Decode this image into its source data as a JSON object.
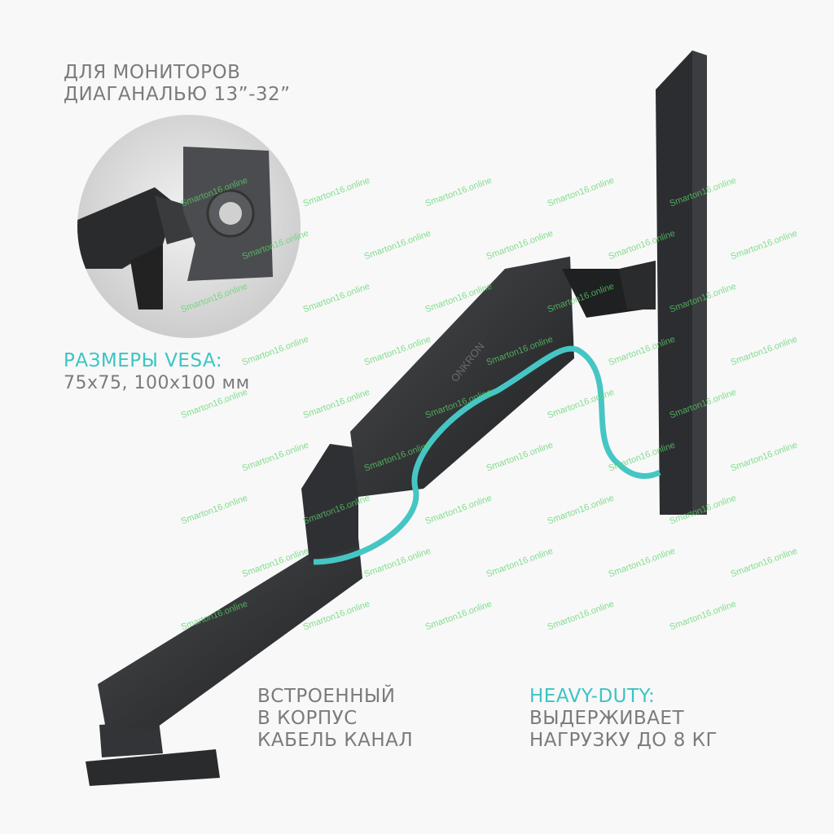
{
  "headline": {
    "line1": "ДЛЯ МОНИТОРОВ",
    "line2": "ДИАГАНАЛЬЮ 13”-32”"
  },
  "vesa": {
    "title": "РАЗМЕРЫ VESA:",
    "value": "75x75, 100x100 мм"
  },
  "cable": {
    "line1": "ВСТРОЕННЫЙ",
    "line2": "В КОРПУС",
    "line3": "КАБЕЛЬ КАНАЛ"
  },
  "heavy_duty": {
    "title": "HEAVY-DUTY:",
    "line1": "ВЫДЕРЖИВАЕТ",
    "line2": "НАГРУЗКУ ДО 8 КГ"
  },
  "brand_logo": "ONKRON",
  "watermark": "Smarton16.online",
  "colors": {
    "accent": "#3dc4c3",
    "text": "#7b7b7c",
    "arm": "#2b2c2e",
    "cable": "#45c6c4"
  }
}
